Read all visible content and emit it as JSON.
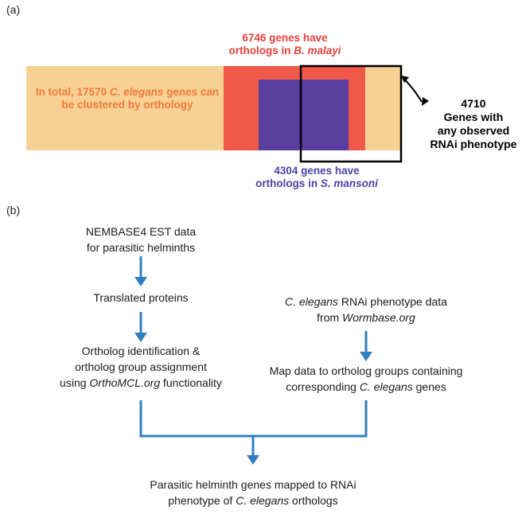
{
  "panels": {
    "a_label": "(a)",
    "b_label": "(b)"
  },
  "venn": {
    "total_text": [
      "In total, 17570 ",
      "C. elegans",
      " genes can be clustered by orthology"
    ],
    "malayi_text": [
      "6746 genes have orthologs in ",
      "B. malayi"
    ],
    "mansoni_text": [
      "4304 genes have orthologs in ",
      "S. mansoni"
    ],
    "rnai_text": {
      "line1": "4710",
      "line2": "Genes with",
      "line3": "any observed",
      "line4": "RNAi phenotype"
    },
    "colors": {
      "total": "#f7d194",
      "malayi": "#f0584a",
      "mansoni": "#5b3fa0",
      "rnai_border": "#000000",
      "total_text": "#f07a3a",
      "malayi_text": "#e8423a",
      "mansoni_text": "#4a42a6"
    }
  },
  "flow": {
    "nembase": {
      "line1": "NEMBASE4 EST data",
      "line2": "for parasitic helminths"
    },
    "translated": "Translated proteins",
    "ortholog": {
      "line1": "Ortholog identification &",
      "line2": "ortholog group assignment",
      "line3_pre": "using ",
      "line3_it": "OrthoMCL.org",
      "line3_post": " functionality"
    },
    "celegans": {
      "line1_it": "C. elegans",
      "line1_post": " RNAi phenotype data",
      "line2_pre": "from ",
      "line2_it": "Wormbase.org"
    },
    "mapdata": {
      "line1": "Map data to ortholog groups containing",
      "line2_pre": "corresponding  ",
      "line2_it": "C. elegans",
      "line2_post": " genes"
    },
    "final": {
      "line1": "Parasitic helminth genes mapped to RNAi",
      "line2_pre": "phenotype of ",
      "line2_it": "C. elegans",
      "line2_post": " orthologs"
    },
    "arrow_color": "#2f7fc0"
  }
}
